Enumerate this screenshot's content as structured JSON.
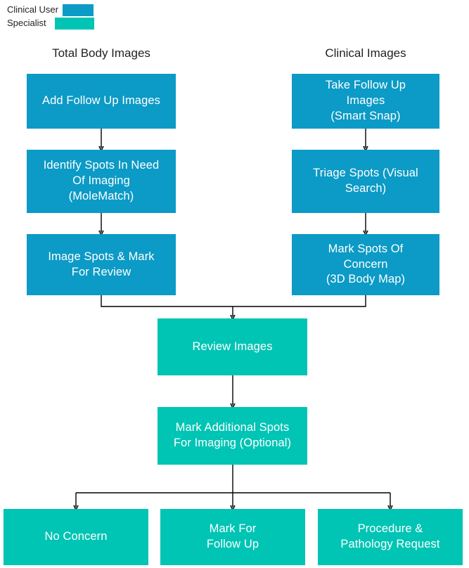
{
  "colors": {
    "clinical_user": "#0C9AC6",
    "specialist": "#00C4B4",
    "text_dark": "#231f20",
    "node_text": "#ffffff",
    "connector": "#000000",
    "background": "#ffffff"
  },
  "legend": {
    "items": [
      {
        "label": "Clinical User",
        "color": "#0C9AC6"
      },
      {
        "label": "Specialist",
        "color": "#00C4B4"
      }
    ]
  },
  "columns": [
    {
      "heading": "Total Body Images"
    },
    {
      "heading": "Clinical Images"
    }
  ],
  "nodes": {
    "add_follow_up_images": {
      "label": "Add Follow Up Images",
      "role": "Clinical User"
    },
    "identify_spots": {
      "line1": "Identify Spots In Need",
      "line2": "Of Imaging",
      "line3": "(MoleMatch)",
      "role": "Clinical User"
    },
    "image_spots_mark": {
      "line1": "Image Spots & Mark",
      "line2": "For Review",
      "role": "Clinical User"
    },
    "take_follow_up_images": {
      "line1": "Take Follow Up",
      "line2": "Images",
      "line3": "(Smart Snap)",
      "role": "Clinical User"
    },
    "triage_spots": {
      "line1": "Triage Spots (Visual",
      "line2": "Search)",
      "role": "Clinical User"
    },
    "mark_spots_concern": {
      "line1": "Mark Spots Of",
      "line2": "Concern",
      "line3": "(3D Body Map)",
      "role": "Clinical User"
    },
    "review_images": {
      "label": "Review Images",
      "role": "Specialist"
    },
    "mark_additional_spots": {
      "line1": "Mark Additional Spots",
      "line2": "For Imaging (Optional)",
      "role": "Specialist"
    },
    "no_concern": {
      "label": "No Concern",
      "role": "Specialist"
    },
    "mark_for_follow_up": {
      "line1": "Mark For",
      "line2": "Follow Up",
      "role": "Specialist"
    },
    "procedure_pathology": {
      "line1": "Procedure &",
      "line2": "Pathology Request",
      "role": "Specialist"
    }
  },
  "chart_data": {
    "type": "diagram",
    "title": "Skin imaging clinical workflow",
    "lanes": [
      "Clinical User",
      "Specialist"
    ],
    "columns": [
      "Total Body Images",
      "Clinical Images"
    ],
    "steps": [
      {
        "id": "add_follow_up_images",
        "text": "Add Follow Up Images",
        "lane": "Clinical User",
        "column": "Total Body Images",
        "order": 1
      },
      {
        "id": "identify_spots",
        "text": "Identify Spots In Need Of Imaging (MoleMatch)",
        "lane": "Clinical User",
        "column": "Total Body Images",
        "order": 2
      },
      {
        "id": "image_spots_mark",
        "text": "Image Spots & Mark For Review",
        "lane": "Clinical User",
        "column": "Total Body Images",
        "order": 3
      },
      {
        "id": "take_follow_up_images",
        "text": "Take Follow Up Images (Smart Snap)",
        "lane": "Clinical User",
        "column": "Clinical Images",
        "order": 1
      },
      {
        "id": "triage_spots",
        "text": "Triage Spots (Visual Search)",
        "lane": "Clinical User",
        "column": "Clinical Images",
        "order": 2
      },
      {
        "id": "mark_spots_concern",
        "text": "Mark Spots Of Concern (3D Body Map)",
        "lane": "Clinical User",
        "column": "Clinical Images",
        "order": 3
      },
      {
        "id": "review_images",
        "text": "Review Images",
        "lane": "Specialist",
        "column": "merged",
        "order": 4
      },
      {
        "id": "mark_additional_spots",
        "text": "Mark Additional Spots For Imaging (Optional)",
        "lane": "Specialist",
        "column": "merged",
        "order": 5
      },
      {
        "id": "no_concern",
        "text": "No Concern",
        "lane": "Specialist",
        "column": "outcome",
        "order": 6
      },
      {
        "id": "mark_for_follow_up",
        "text": "Mark For Follow Up",
        "lane": "Specialist",
        "column": "outcome",
        "order": 6
      },
      {
        "id": "procedure_pathology",
        "text": "Procedure & Pathology Request",
        "lane": "Specialist",
        "column": "outcome",
        "order": 6
      }
    ],
    "edges": [
      {
        "from": "add_follow_up_images",
        "to": "identify_spots"
      },
      {
        "from": "identify_spots",
        "to": "image_spots_mark"
      },
      {
        "from": "take_follow_up_images",
        "to": "triage_spots"
      },
      {
        "from": "triage_spots",
        "to": "mark_spots_concern"
      },
      {
        "from": "image_spots_mark",
        "to": "review_images"
      },
      {
        "from": "mark_spots_concern",
        "to": "review_images"
      },
      {
        "from": "review_images",
        "to": "mark_additional_spots"
      },
      {
        "from": "mark_additional_spots",
        "to": "no_concern"
      },
      {
        "from": "mark_additional_spots",
        "to": "mark_for_follow_up"
      },
      {
        "from": "mark_additional_spots",
        "to": "procedure_pathology"
      }
    ]
  }
}
